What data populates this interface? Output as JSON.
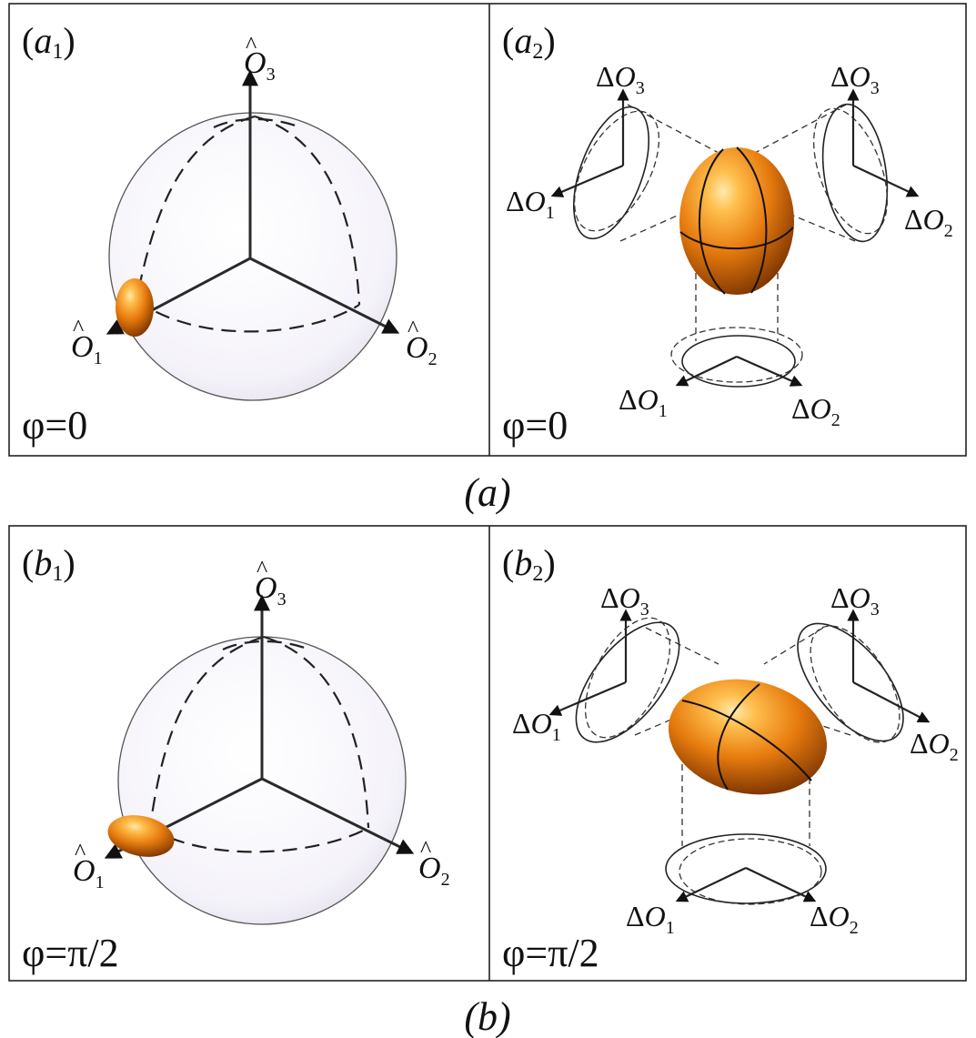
{
  "figure": {
    "panels": {
      "a1": {
        "tag_letter": "a",
        "tag_index": "1",
        "phase_label": "φ=0"
      },
      "a2": {
        "tag_letter": "a",
        "tag_index": "2",
        "phase_label": "φ=0"
      },
      "b1": {
        "tag_letter": "b",
        "tag_index": "1",
        "phase_label": "φ=π/2"
      },
      "b2": {
        "tag_letter": "b",
        "tag_index": "2",
        "phase_label": "φ=π/2"
      }
    },
    "captions": {
      "a": "(a)",
      "b": "(b)"
    },
    "axis_labels": {
      "operator": "O",
      "hat": "^",
      "delta": "Δ",
      "index_1": "1",
      "index_2": "2",
      "index_3": "3"
    },
    "colors": {
      "ellipsoid_light": "#ffcc66",
      "ellipsoid_mid": "#f08a10",
      "ellipsoid_dark": "#8a3a00",
      "sphere_fill": "#f3f1f8"
    }
  }
}
